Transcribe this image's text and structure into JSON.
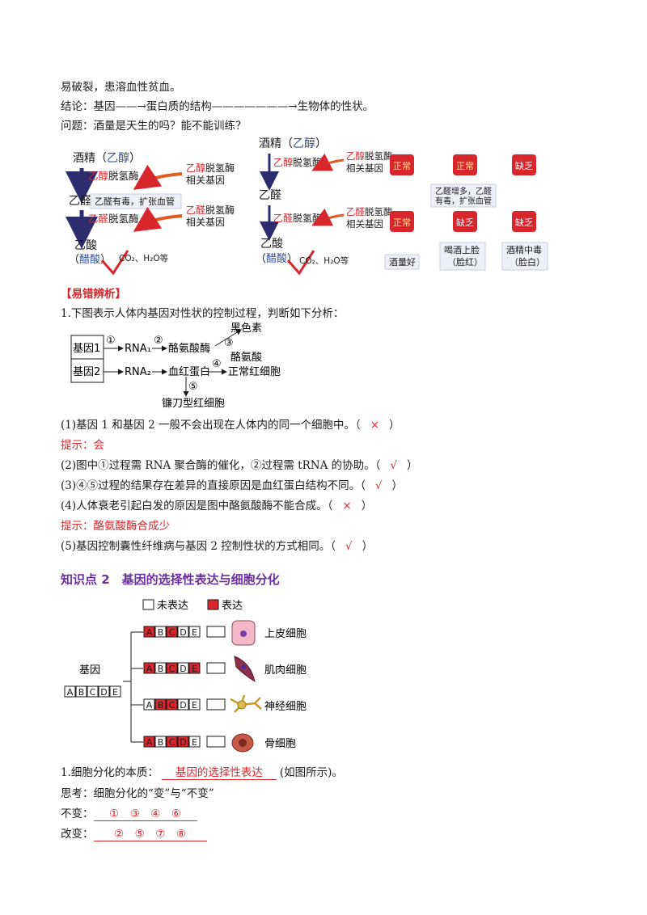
{
  "top_lines": {
    "l1": "易破裂，患溶血性贫血。",
    "l2": "结论：基因——→蛋白质的结构———————→生物体的性状。",
    "l3": "问题：酒量是天生的吗？能不能训练？"
  },
  "alcohol_left": {
    "ethanol": "酒精（",
    "ethanol_name": "乙醇",
    "ethanol_close": "）",
    "enzyme1_a": "乙醇",
    "enzyme1_b": "脱氢酶",
    "enzyme1_gene": "相关基因",
    "enzyme1_label_a": "乙醇",
    "enzyme1_label_b": "脱氢酶",
    "aldehyde": "乙醛",
    "aldehyde_note": "乙醛有毒，扩张血管",
    "enzyme2_a": "乙醛",
    "enzyme2_b": "脱氢酶",
    "enzyme2_gene": "相关基因",
    "enzyme2_label_a": "乙醛",
    "enzyme2_label_b": "脱氢酶",
    "acid": "乙酸",
    "acid_paren_open": "（",
    "acid_name": "醋酸",
    "acid_paren_close": "）",
    "products": "CO₂、H₂O等"
  },
  "alcohol_right": {
    "ethanol": "酒精（",
    "ethanol_name": "乙醇",
    "ethanol_close": "）",
    "enzyme1_label_a": "乙醇",
    "enzyme1_label_b": "脱氢酶",
    "enzyme1_gene_a": "乙醇",
    "enzyme1_gene_b": "脱氢酶",
    "enzyme1_gene": "相关基因",
    "aldehyde": "乙醛",
    "enzyme2_label_a": "乙醛",
    "enzyme2_label_b": "脱氢酶",
    "enzyme2_gene_a": "乙醛",
    "enzyme2_gene_b": "脱氢酶",
    "enzyme2_gene": "相关基因",
    "acid": "乙酸",
    "acid_paren_open": "（",
    "acid_name": "醋酸",
    "acid_paren_close": "）",
    "products": "CO₂、H₂O等",
    "stamp_normal": "正常",
    "stamp_defect": "缺乏",
    "stamp_nodefect": "缺乏",
    "note_more": "乙醛增多，乙醛有毒，扩张血管",
    "caption1": "酒量好",
    "caption2": "喝酒上脸（脸红）",
    "caption3": "酒精中毒（脸白）"
  },
  "error_section": {
    "title": "【易错辨析】",
    "q1": "1.下图表示人体内基因对性状的控制过程，判断如下分析："
  },
  "gene_diagram": {
    "gene1": "基因1",
    "gene2": "基因2",
    "step1": "①",
    "step2": "②",
    "step3": "③",
    "step4": "④",
    "step5": "⑤",
    "rna1": "RNA₁",
    "rna2": "RNA₂",
    "tyrosinase": "酪氨酸酶",
    "melanin": "黑色素",
    "tyrosine": "酪氨酸",
    "hemoglobin": "血红蛋白",
    "normal_rbc": "正常红细胞",
    "sickle_rbc": "镰刀型红细胞"
  },
  "judgements": [
    {
      "text": "(1)基因 1 和基因 2 一般不会出现在人体内的同一个细胞中。（",
      "mark": "×",
      "close": "）"
    },
    {
      "hint": "提示：会"
    },
    {
      "text": "(2)图中①过程需 RNA 聚合酶的催化，②过程需 tRNA 的协助。（",
      "mark": "√",
      "close": "）"
    },
    {
      "text": "(3)④⑤过程的结果存在差异的直接原因是血红蛋白结构不同。（",
      "mark": "√",
      "close": "）"
    },
    {
      "text": "(4)人体衰老引起白发的原因是图中酪氨酸酶不能合成。（",
      "mark": "×",
      "close": "）"
    },
    {
      "hint": "提示：酪氨酸酶合成少"
    },
    {
      "text": "(5)基因控制囊性纤维病与基因 2 控制性状的方式相同。（",
      "mark": "√",
      "close": "）"
    }
  ],
  "section2": {
    "title": "知识点 2　基因的选择性表达与细胞分化",
    "legend_off": "未表达",
    "legend_on": "表达",
    "genes_label": "基因",
    "letters": [
      "A",
      "B",
      "C",
      "D",
      "E"
    ],
    "rows": [
      {
        "cell": "上皮细胞",
        "expressed": [
          true,
          false,
          true,
          false,
          false
        ]
      },
      {
        "cell": "肌肉细胞",
        "expressed": [
          true,
          false,
          true,
          false,
          true
        ]
      },
      {
        "cell": "神经细胞",
        "expressed": [
          false,
          true,
          true,
          false,
          false
        ]
      },
      {
        "cell": "骨细胞",
        "expressed": [
          true,
          false,
          true,
          true,
          false
        ]
      }
    ],
    "colors": {
      "expressed": "#d8262d",
      "heading": "#6b2fa0",
      "accent": "#d8262d"
    }
  },
  "essence": {
    "prefix": "1.细胞分化的本质：",
    "answer": "基因的选择性表达",
    "suffix": "(如图所示)。"
  },
  "think": {
    "title": "思考：细胞分化的“变”与“不变”",
    "unchanged_label": "不变：",
    "unchanged": "①　③　④　⑥",
    "changed_label": "改变：",
    "changed": "②　⑤　⑦　⑧"
  }
}
